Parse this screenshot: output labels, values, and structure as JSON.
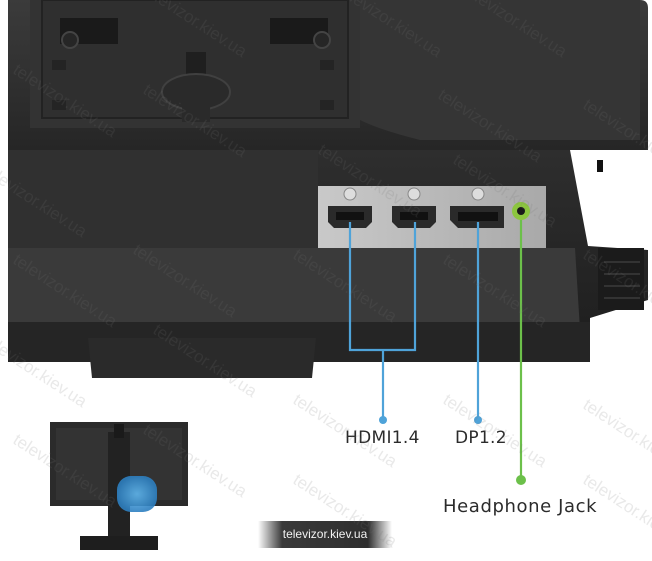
{
  "labels": {
    "hdmi": "HDMI1.4",
    "dp": "DP1.2",
    "headphone": "Headphone Jack"
  },
  "watermark": "televizor.kiev.ua",
  "source_tag": "televizor.kiev.ua",
  "colors": {
    "callout_line": "#4fa3d9",
    "headphone_line": "#6cc04a",
    "monitor_body": "#2c2c2c",
    "port_panel": "#b9b9b9"
  }
}
